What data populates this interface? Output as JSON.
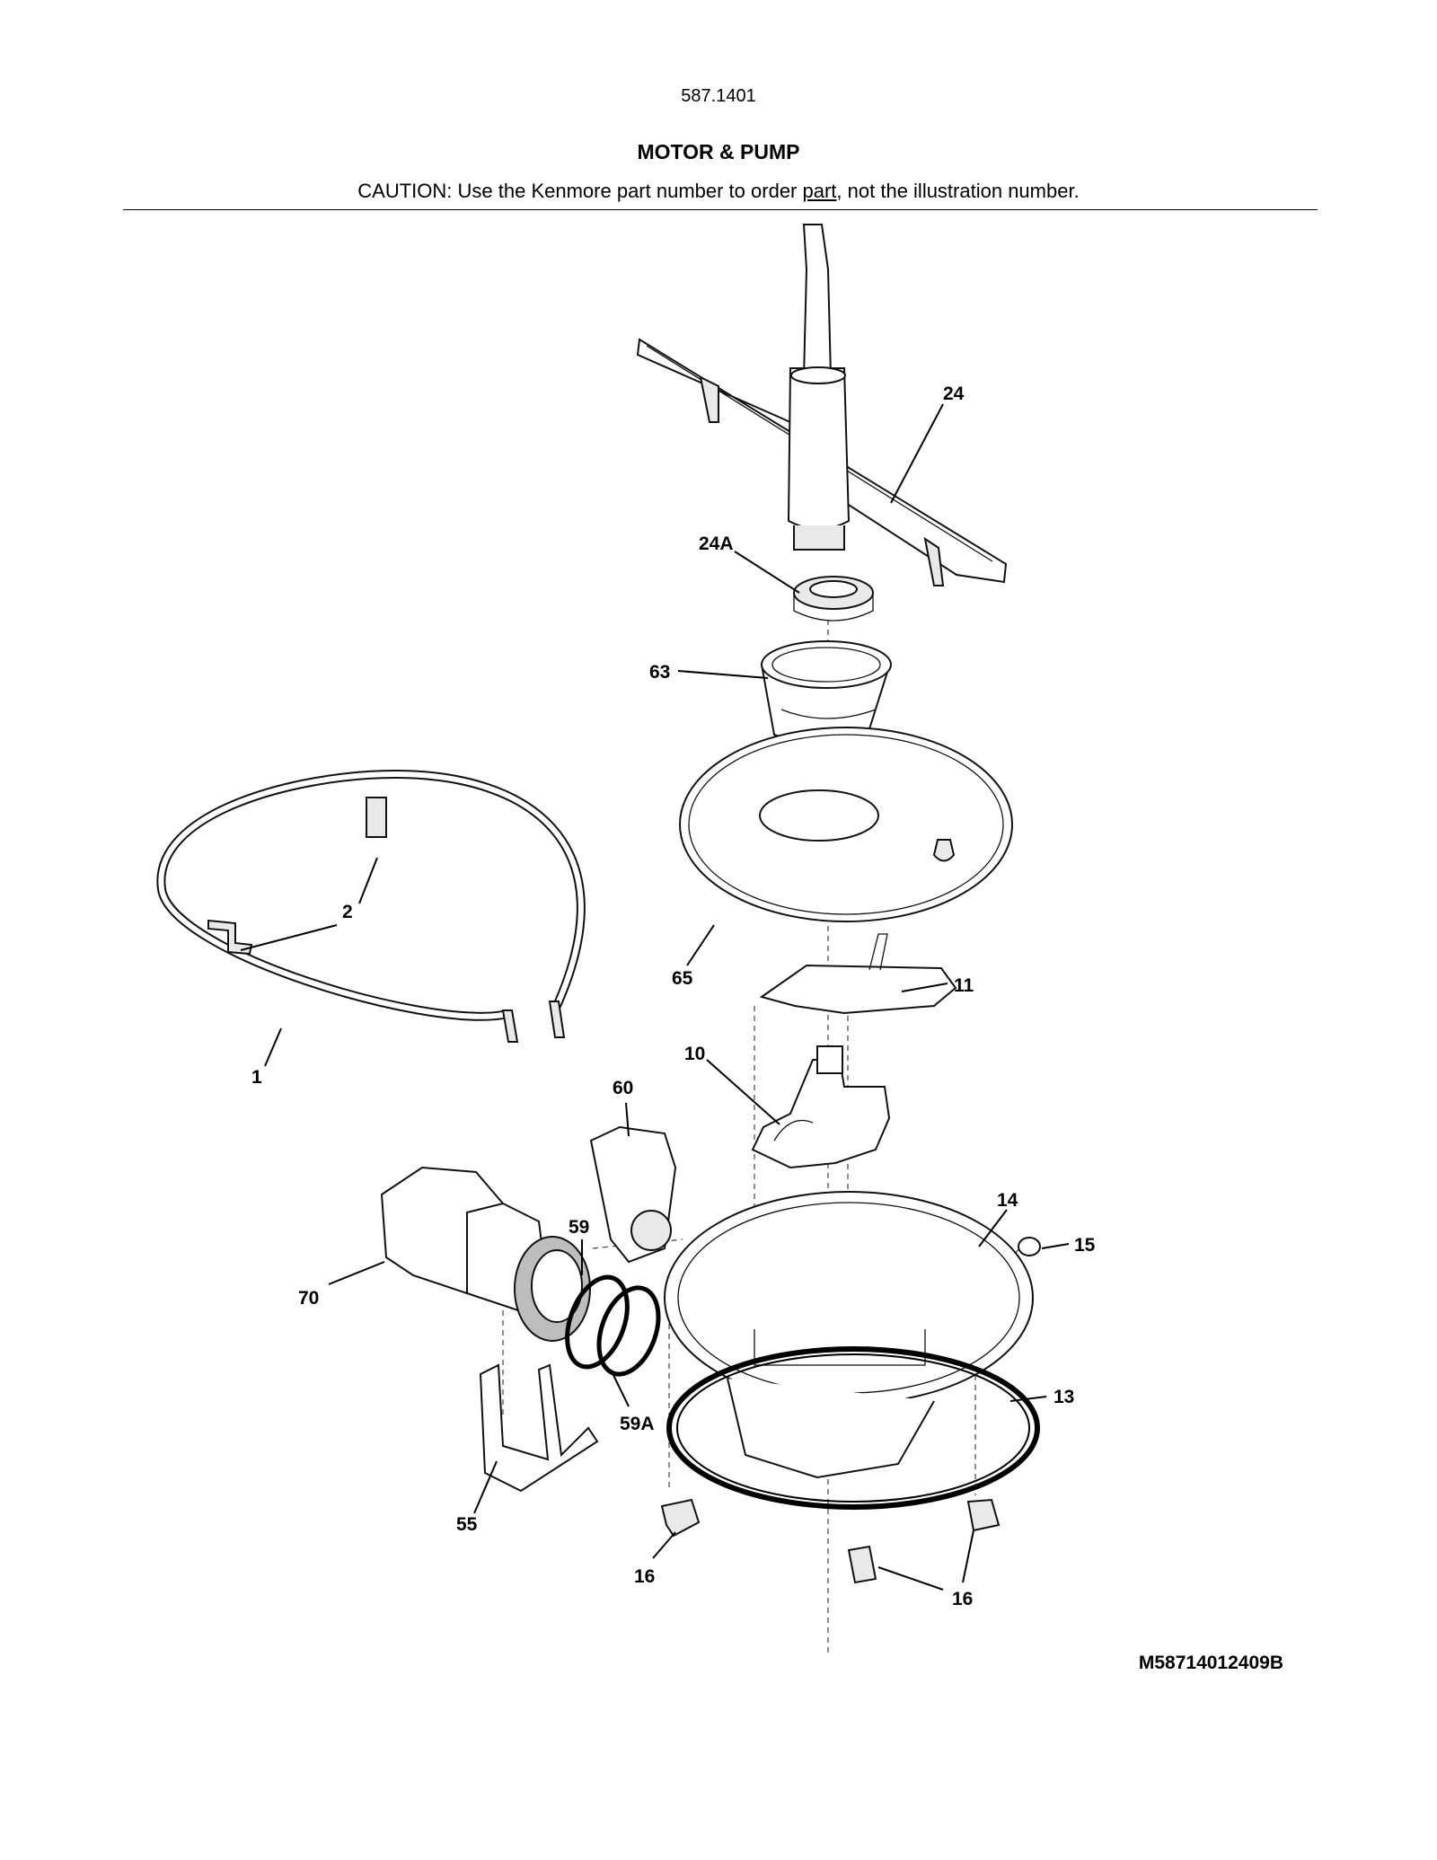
{
  "header": {
    "model_number": "587.1401",
    "section_title": "MOTOR & PUMP",
    "caution_before": "CAUTION: Use the Kenmore part number to order ",
    "caution_link": "part",
    "caution_after": ", not the illustration number."
  },
  "callouts": {
    "c24": "24",
    "c24a": "24A",
    "c63": "63",
    "c2": "2",
    "c65": "65",
    "c11": "11",
    "c1": "1",
    "c10": "10",
    "c60": "60",
    "c14": "14",
    "c15": "15",
    "c59": "59",
    "c70": "70",
    "c13": "13",
    "c59a": "59A",
    "c55": "55",
    "c16a": "16",
    "c16b": "16"
  },
  "footer": {
    "diagram_code": "M58714012409B"
  }
}
